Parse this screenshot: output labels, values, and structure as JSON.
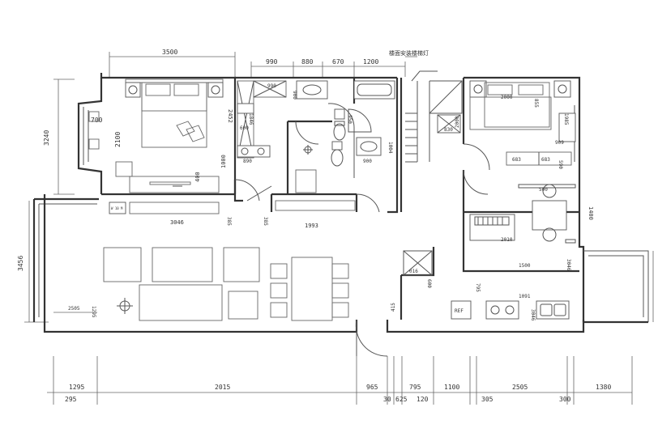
{
  "note": "楼面安装楼梯灯",
  "top_dims": [
    "3500",
    "990",
    "880",
    "670",
    "1200"
  ],
  "upper_inner": [
    "990",
    "900",
    "950",
    "1004",
    "2000",
    "855",
    "1985",
    "590"
  ],
  "left_dims": [
    "3240",
    "2100",
    "700",
    "3456"
  ],
  "mid_dims": [
    "2452",
    "1846",
    "600",
    "890",
    "1000",
    "400",
    "3046",
    "385",
    "385",
    "1993",
    "900",
    "1000",
    "830",
    "683",
    "683",
    "909",
    "500",
    "1400",
    "2010",
    "1500",
    "3046",
    "600",
    "016",
    "795",
    "1091",
    "2505",
    "1295",
    "413",
    "415"
  ],
  "labels": [
    "REF",
    "W 10 M"
  ],
  "bottom_dims": [
    "1295",
    "2015",
    "965",
    "795",
    "1100",
    "2505",
    "1380"
  ],
  "bottom_sub": [
    "295",
    "30",
    "625",
    "120",
    "305",
    "300"
  ],
  "right_dims": [
    "900"
  ]
}
